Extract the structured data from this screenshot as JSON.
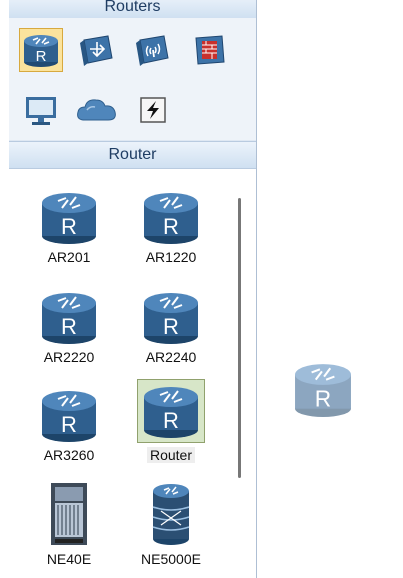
{
  "panel": {
    "category_header": "Routers",
    "device_header": "Router"
  },
  "categories": [
    {
      "icon": "router-icon",
      "selected": true
    },
    {
      "icon": "switch-icon",
      "selected": false
    },
    {
      "icon": "wireless-icon",
      "selected": false
    },
    {
      "icon": "firewall-icon",
      "selected": false
    },
    {
      "icon": "pc-icon",
      "selected": false
    },
    {
      "icon": "cloud-icon",
      "selected": false
    },
    {
      "icon": "connection-icon",
      "selected": false
    }
  ],
  "devices": [
    {
      "label": "AR201"
    },
    {
      "label": "AR1220"
    },
    {
      "label": "AR2220"
    },
    {
      "label": "AR2240"
    },
    {
      "label": "AR3260"
    },
    {
      "label": "Router"
    },
    {
      "label": "NE40E"
    },
    {
      "label": "NE5000E"
    }
  ],
  "colors": {
    "router_blue": "#2f5f8e",
    "selection_yellow": "#fbe39d",
    "selection_green": "#d7e6c8"
  }
}
